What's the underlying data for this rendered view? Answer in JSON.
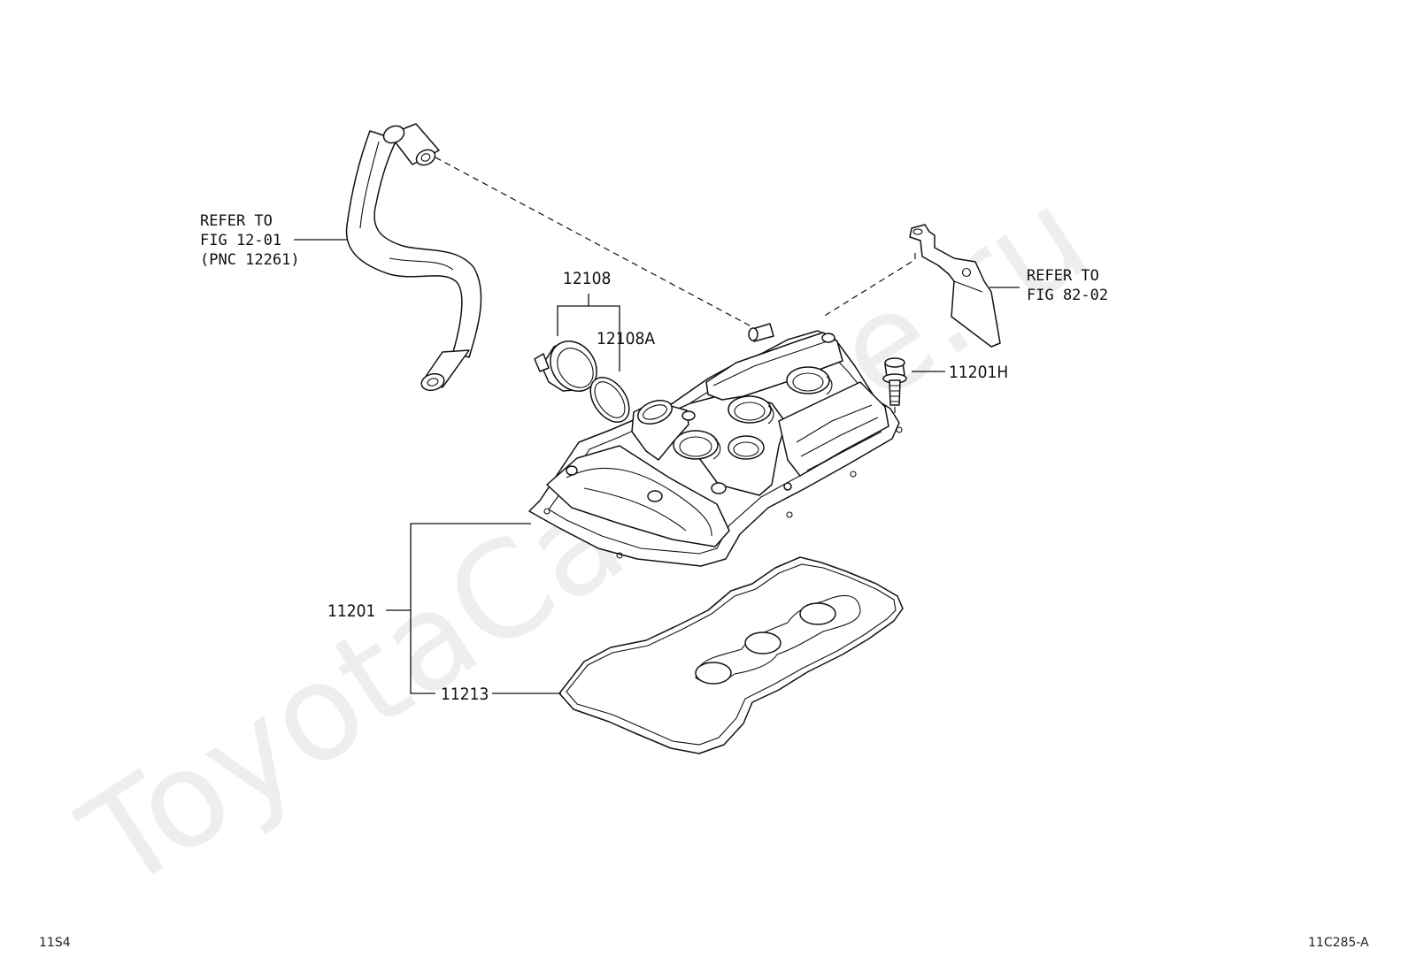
{
  "watermark": "ToyotaCarMine.ru",
  "callouts": {
    "pcv_hose_refer": [
      "REFER TO",
      "FIG 12-01",
      "(PNC 12261)"
    ],
    "bracket_refer": [
      "REFER TO",
      "FIG 82-02"
    ],
    "cap_12108": "12108",
    "oring_12108a": "12108A",
    "bolt_11201h": "11201H",
    "cover_11201": "11201",
    "gasket_11213": "11213"
  },
  "footer": {
    "left_code": "11S4",
    "right_code": "11C285-A"
  }
}
